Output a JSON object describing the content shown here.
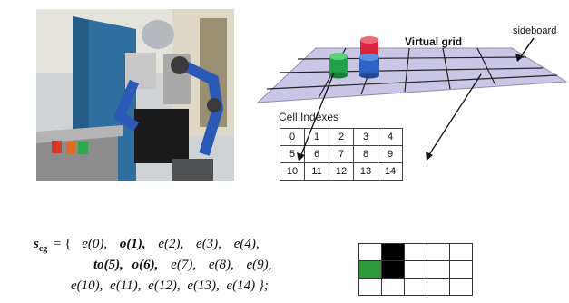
{
  "diagram": {
    "virtual_grid_label": "Virtual grid",
    "sideboard_label": "sideboard",
    "cell_indexes_label": "Cell Indexes",
    "cell_index_rows": [
      [
        "0",
        "1",
        "2",
        "3",
        "4"
      ],
      [
        "5",
        "6",
        "7",
        "8",
        "9"
      ],
      [
        "10",
        "11",
        "12",
        "13",
        "14"
      ]
    ]
  },
  "formula": {
    "lhs": "s",
    "lhs_sub": "cg",
    "equals_brace": "= {",
    "line1": [
      "e(0),",
      "o(1),",
      "e(2),",
      "e(3),",
      "e(4),"
    ],
    "line2": [
      "to(5),",
      "o(6),",
      "e(7),",
      "e(8),",
      "e(9),"
    ],
    "line3": [
      "e(10),",
      "e(11),",
      "e(12),",
      "e(13),",
      "e(14) };"
    ]
  },
  "mini_grid": {
    "rows": 3,
    "cols": 5,
    "cells": [
      [
        "white",
        "black",
        "white",
        "white",
        "white"
      ],
      [
        "green",
        "black",
        "white",
        "white",
        "white"
      ],
      [
        "white",
        "white",
        "white",
        "white",
        "white"
      ]
    ],
    "colors": {
      "black": "#000000",
      "green": "#2e9a3c",
      "white": "#ffffff"
    }
  },
  "colors": {
    "grid_plane": "#c9c6e6",
    "red_cup": "#d8253a",
    "green_cup": "#22a04a",
    "blue_cup": "#2f63c4"
  }
}
